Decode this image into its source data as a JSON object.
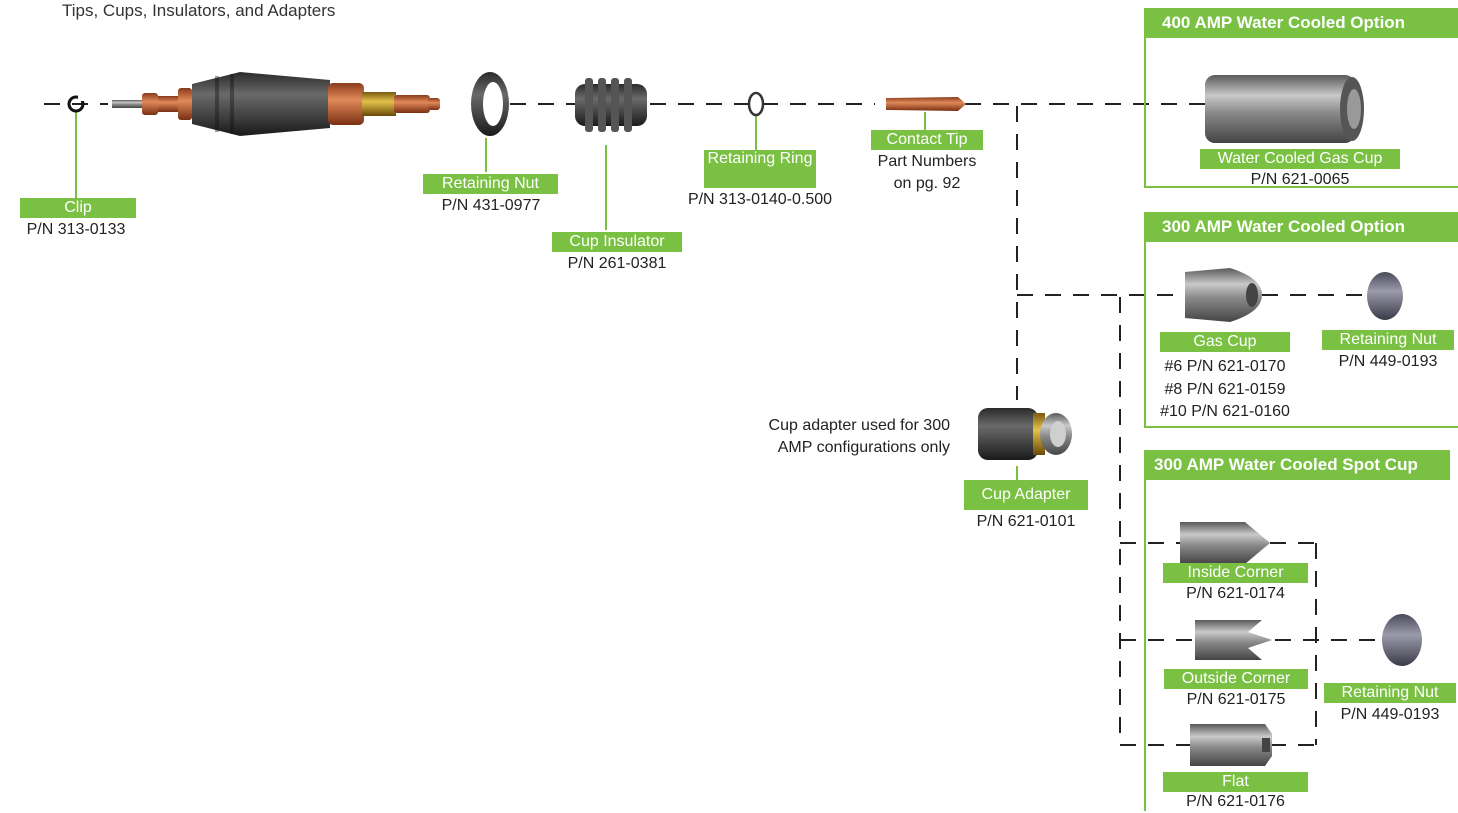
{
  "heading": "Tips, Cups, Insulators, and Adapters",
  "colors": {
    "accent": "#7ac143",
    "line": "#222222"
  },
  "parts": {
    "clip": {
      "label": "Clip",
      "pn": "P/N 313-0133",
      "icon": "clip-icon"
    },
    "torch": {
      "icon": "torch-head-icon"
    },
    "retaining_nut": {
      "label": "Retaining Nut",
      "pn": "P/N 431-0977",
      "icon": "retaining-nut-icon"
    },
    "cup_insulator": {
      "label": "Cup Insulator",
      "pn": "P/N 261-0381",
      "icon": "cup-insulator-icon"
    },
    "retaining_ring": {
      "label": "Retaining Ring",
      "pn": "P/N 313-0140-0.500",
      "icon": "o-ring-icon"
    },
    "contact_tip": {
      "label": "Contact Tip",
      "pn_line1": "Part Numbers",
      "pn_line2": "on pg. 92",
      "icon": "contact-tip-icon"
    },
    "cup_adapter": {
      "label": "Cup Adapter",
      "pn": "P/N 621-0101",
      "note_line1": "Cup adapter used for 300",
      "note_line2": "AMP configurations only",
      "icon": "cup-adapter-icon"
    }
  },
  "panels": {
    "p400": {
      "title": "400 AMP Water Cooled Option",
      "gas_cup": {
        "label": "Water Cooled Gas Cup",
        "pn": "P/N 621-0065",
        "icon": "water-cooled-gas-cup-icon"
      }
    },
    "p300": {
      "title": "300 AMP Water Cooled Option",
      "gas_cup": {
        "label": "Gas Cup",
        "pn1": "#6 P/N 621-0170",
        "pn2": "#8 P/N 621-0159",
        "pn3": "#10 P/N 621-0160",
        "icon": "gas-cup-icon"
      },
      "retaining_nut": {
        "label": "Retaining Nut",
        "pn": "P/N 449-0193",
        "icon": "retaining-nut-icon"
      }
    },
    "spot": {
      "title": "300 AMP Water Cooled Spot Cup",
      "inside_corner": {
        "label": "Inside Corner",
        "pn": "P/N 621-0174",
        "icon": "inside-corner-cup-icon"
      },
      "outside_corner": {
        "label": "Outside Corner",
        "pn": "P/N 621-0175",
        "icon": "outside-corner-cup-icon"
      },
      "flat": {
        "label": "Flat",
        "pn": "P/N 621-0176",
        "icon": "flat-cup-icon"
      },
      "retaining_nut": {
        "label": "Retaining Nut",
        "pn": "P/N 449-0193",
        "icon": "retaining-nut-icon"
      }
    }
  }
}
